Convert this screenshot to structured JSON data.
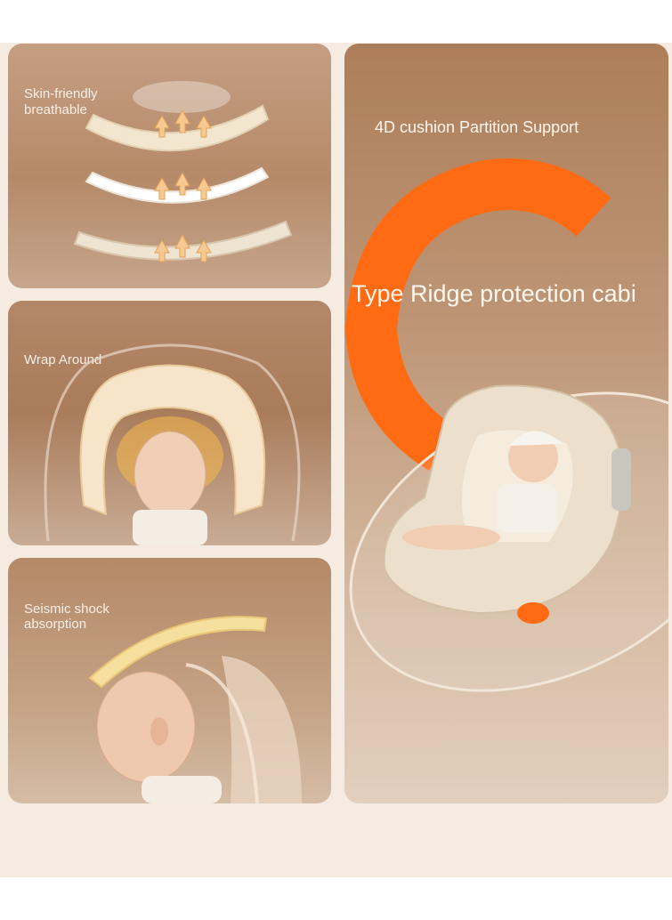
{
  "panels": {
    "breathable": {
      "label_line1": "Skin-friendly",
      "label_line2": "breathable"
    },
    "wrap": {
      "label": "Wrap Around"
    },
    "shock": {
      "label_line1": "Seismic shock",
      "label_line2": "absorption"
    },
    "cabin": {
      "title": "4D cushion Partition Support",
      "headline": "Type Ridge protection cabi"
    }
  },
  "colors": {
    "accent_orange": "#ff6a12",
    "cushion_cream": "#f3e6d3",
    "glow_amber": "#f7b94e"
  },
  "icons": [
    "breath-arrow-icon",
    "c-shape-ridge-icon",
    "cushion-layer-icon"
  ]
}
